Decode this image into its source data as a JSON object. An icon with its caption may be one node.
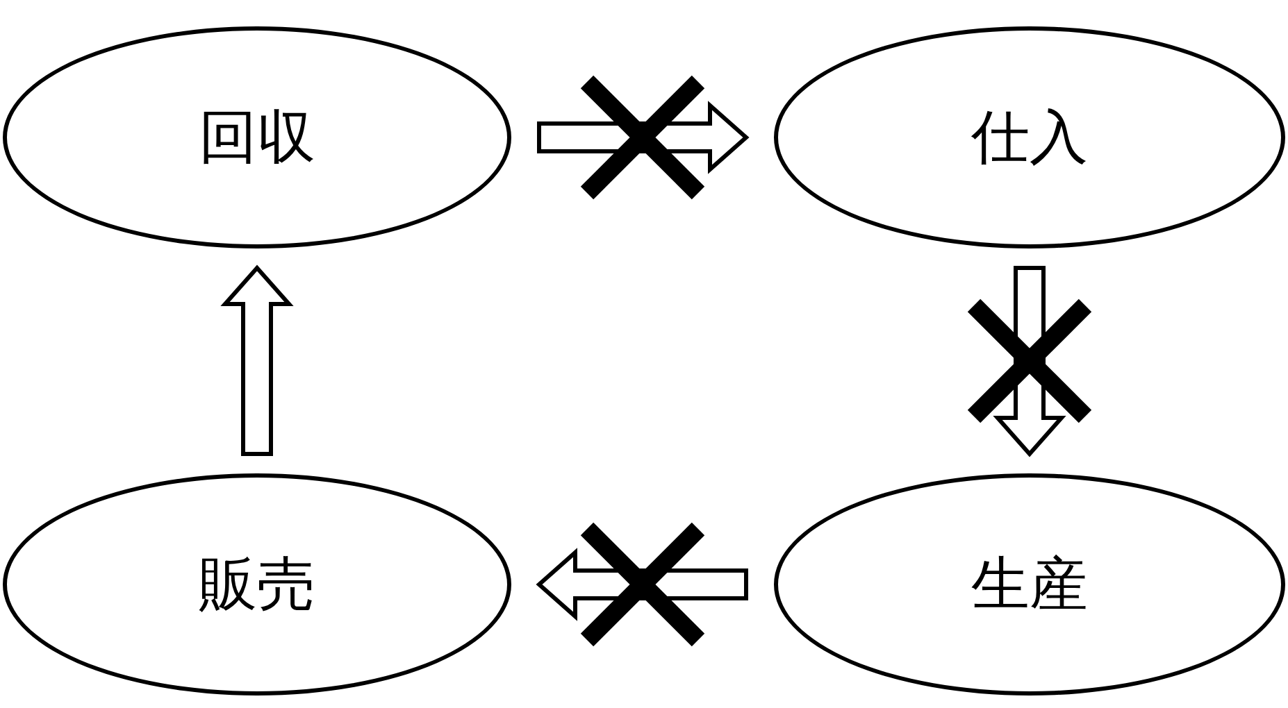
{
  "diagram": {
    "nodes": [
      {
        "text": [
          "回収"
        ]
      },
      {
        "text": [
          "仕入"
        ]
      },
      {
        "text": [
          "販売"
        ]
      },
      {
        "text": [
          "生産"
        ]
      }
    ],
    "edges": [
      {
        "from": 0,
        "to": 1,
        "arrow": "to"
      },
      {
        "from": 1,
        "to": 3,
        "arrow": "to"
      },
      {
        "from": 3,
        "to": 2,
        "arrow": "to"
      },
      {
        "from": 2,
        "to": 0,
        "arrow": "to"
      }
    ]
  }
}
